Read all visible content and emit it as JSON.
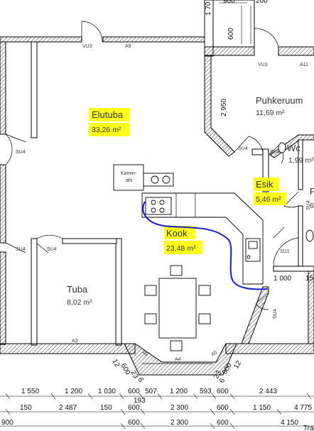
{
  "rooms": {
    "elutuba": {
      "name": "Elutuba",
      "area": "33,26 m²"
    },
    "puhkeruum": {
      "name": "Puhkeruum",
      "area": "11,69 m²"
    },
    "wc": {
      "name": "Wc",
      "area": "1,99 m²"
    },
    "esik": {
      "name": "Esik",
      "area": "5,46 m²"
    },
    "kook": {
      "name": "Kook",
      "area": "23,48 m²"
    },
    "tuba": {
      "name": "Tuba",
      "area": "8,02 m²"
    },
    "edge_p": {
      "name": "P",
      "area": "6"
    }
  },
  "labels": {
    "kaminahi": [
      "Kamin-",
      "ahi"
    ],
    "vu3_a": "VU3",
    "a9": "A9",
    "vu3_b": "VU3",
    "a11": "A11",
    "su4_a": "SU4",
    "su4_b": "SU4",
    "su4_c": "SU4",
    "su4_d": "SU4",
    "su4_e": "SU4",
    "su4_f": "SU4",
    "su4_g": "SU4",
    "su1": "SU1",
    "a3": "A3",
    "a4": "A4",
    "a5_left": "A5",
    "a5_right": "A5"
  },
  "dims": {
    "top": [
      "1 70",
      "900",
      "200",
      "600"
    ],
    "side_2950": "2 950",
    "right_1000": "1 000",
    "right_15": "15",
    "bay_left": [
      "12",
      "600",
      "23",
      "6"
    ],
    "bay_right": [
      "23",
      "600",
      "12",
      "6"
    ],
    "row1": [
      "1 550",
      "1 200",
      "1 030",
      "600",
      "507",
      "1 200",
      "593",
      "600",
      "2 443"
    ],
    "row1b": "193",
    "row2": [
      "150",
      "2 487",
      "150",
      "600",
      "2 300",
      "600",
      "1 150",
      "4 775"
    ],
    "row3": [
      "900",
      "600",
      "2 300",
      "600",
      "4 150"
    ],
    "corner_text": "Tra"
  }
}
